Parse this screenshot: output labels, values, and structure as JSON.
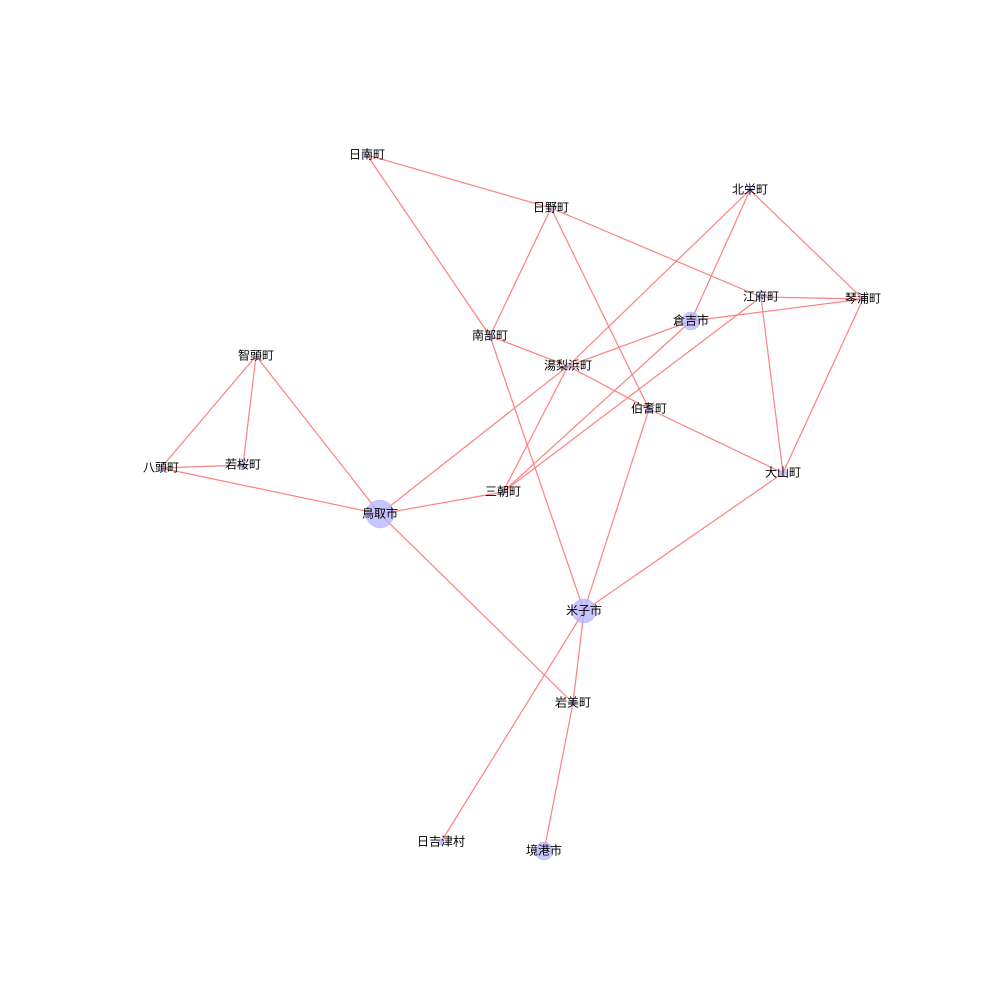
{
  "graph": {
    "colors": {
      "edge": "#ff8080",
      "node": "#b3b3ff",
      "label": "#000000",
      "background": "#ffffff"
    },
    "nodes": [
      {
        "id": "tottori",
        "label": "鳥取市",
        "weight": 3
      },
      {
        "id": "yonago",
        "label": "米子市",
        "weight": 2
      },
      {
        "id": "kurayoshi",
        "label": "倉吉市",
        "weight": 1
      },
      {
        "id": "sakaiminato",
        "label": "境港市",
        "weight": 1
      },
      {
        "id": "iwami",
        "label": "岩美町",
        "weight": 0
      },
      {
        "id": "hiezu",
        "label": "日吉津村",
        "weight": 0
      },
      {
        "id": "misasa",
        "label": "三朝町",
        "weight": 0
      },
      {
        "id": "daisen",
        "label": "大山町",
        "weight": 0
      },
      {
        "id": "hokuei",
        "label": "北栄町",
        "weight": 0
      },
      {
        "id": "kotoura",
        "label": "琴浦町",
        "weight": 0
      },
      {
        "id": "kofu",
        "label": "江府町",
        "weight": 0
      },
      {
        "id": "nanbu",
        "label": "南部町",
        "weight": 0
      },
      {
        "id": "yurihama",
        "label": "湯梨浜町",
        "weight": 0
      },
      {
        "id": "hoki",
        "label": "伯耆町",
        "weight": 0
      },
      {
        "id": "nichinan",
        "label": "日南町",
        "weight": 0
      },
      {
        "id": "hino",
        "label": "日野町",
        "weight": 0
      },
      {
        "id": "chizu",
        "label": "智頭町",
        "weight": 0
      },
      {
        "id": "yazu",
        "label": "八頭町",
        "weight": 0
      },
      {
        "id": "wakasa",
        "label": "若桜町",
        "weight": 0
      }
    ],
    "edges": [
      [
        "nichinan",
        "hino"
      ],
      [
        "nichinan",
        "nanbu"
      ],
      [
        "hino",
        "nanbu"
      ],
      [
        "hino",
        "kofu"
      ],
      [
        "hino",
        "hoki"
      ],
      [
        "hokuei",
        "kurayoshi"
      ],
      [
        "hokuei",
        "kotoura"
      ],
      [
        "hokuei",
        "yurihama"
      ],
      [
        "kofu",
        "kotoura"
      ],
      [
        "kofu",
        "daisen"
      ],
      [
        "kofu",
        "misasa"
      ],
      [
        "kurayoshi",
        "kotoura"
      ],
      [
        "kurayoshi",
        "yurihama"
      ],
      [
        "kotoura",
        "daisen"
      ],
      [
        "nanbu",
        "yurihama"
      ],
      [
        "nanbu",
        "yonago"
      ],
      [
        "yurihama",
        "tottori"
      ],
      [
        "yurihama",
        "hoki"
      ],
      [
        "hoki",
        "yonago"
      ],
      [
        "hoki",
        "daisen"
      ],
      [
        "chizu",
        "wakasa"
      ],
      [
        "chizu",
        "yazu"
      ],
      [
        "chizu",
        "tottori"
      ],
      [
        "yazu",
        "wakasa"
      ],
      [
        "yazu",
        "tottori"
      ],
      [
        "tottori",
        "misasa"
      ],
      [
        "tottori",
        "iwami"
      ],
      [
        "misasa",
        "kurayoshi"
      ],
      [
        "misasa",
        "yurihama"
      ],
      [
        "daisen",
        "yonago"
      ],
      [
        "yonago",
        "iwami"
      ],
      [
        "yonago",
        "hiezu"
      ],
      [
        "iwami",
        "sakaiminato"
      ]
    ]
  }
}
